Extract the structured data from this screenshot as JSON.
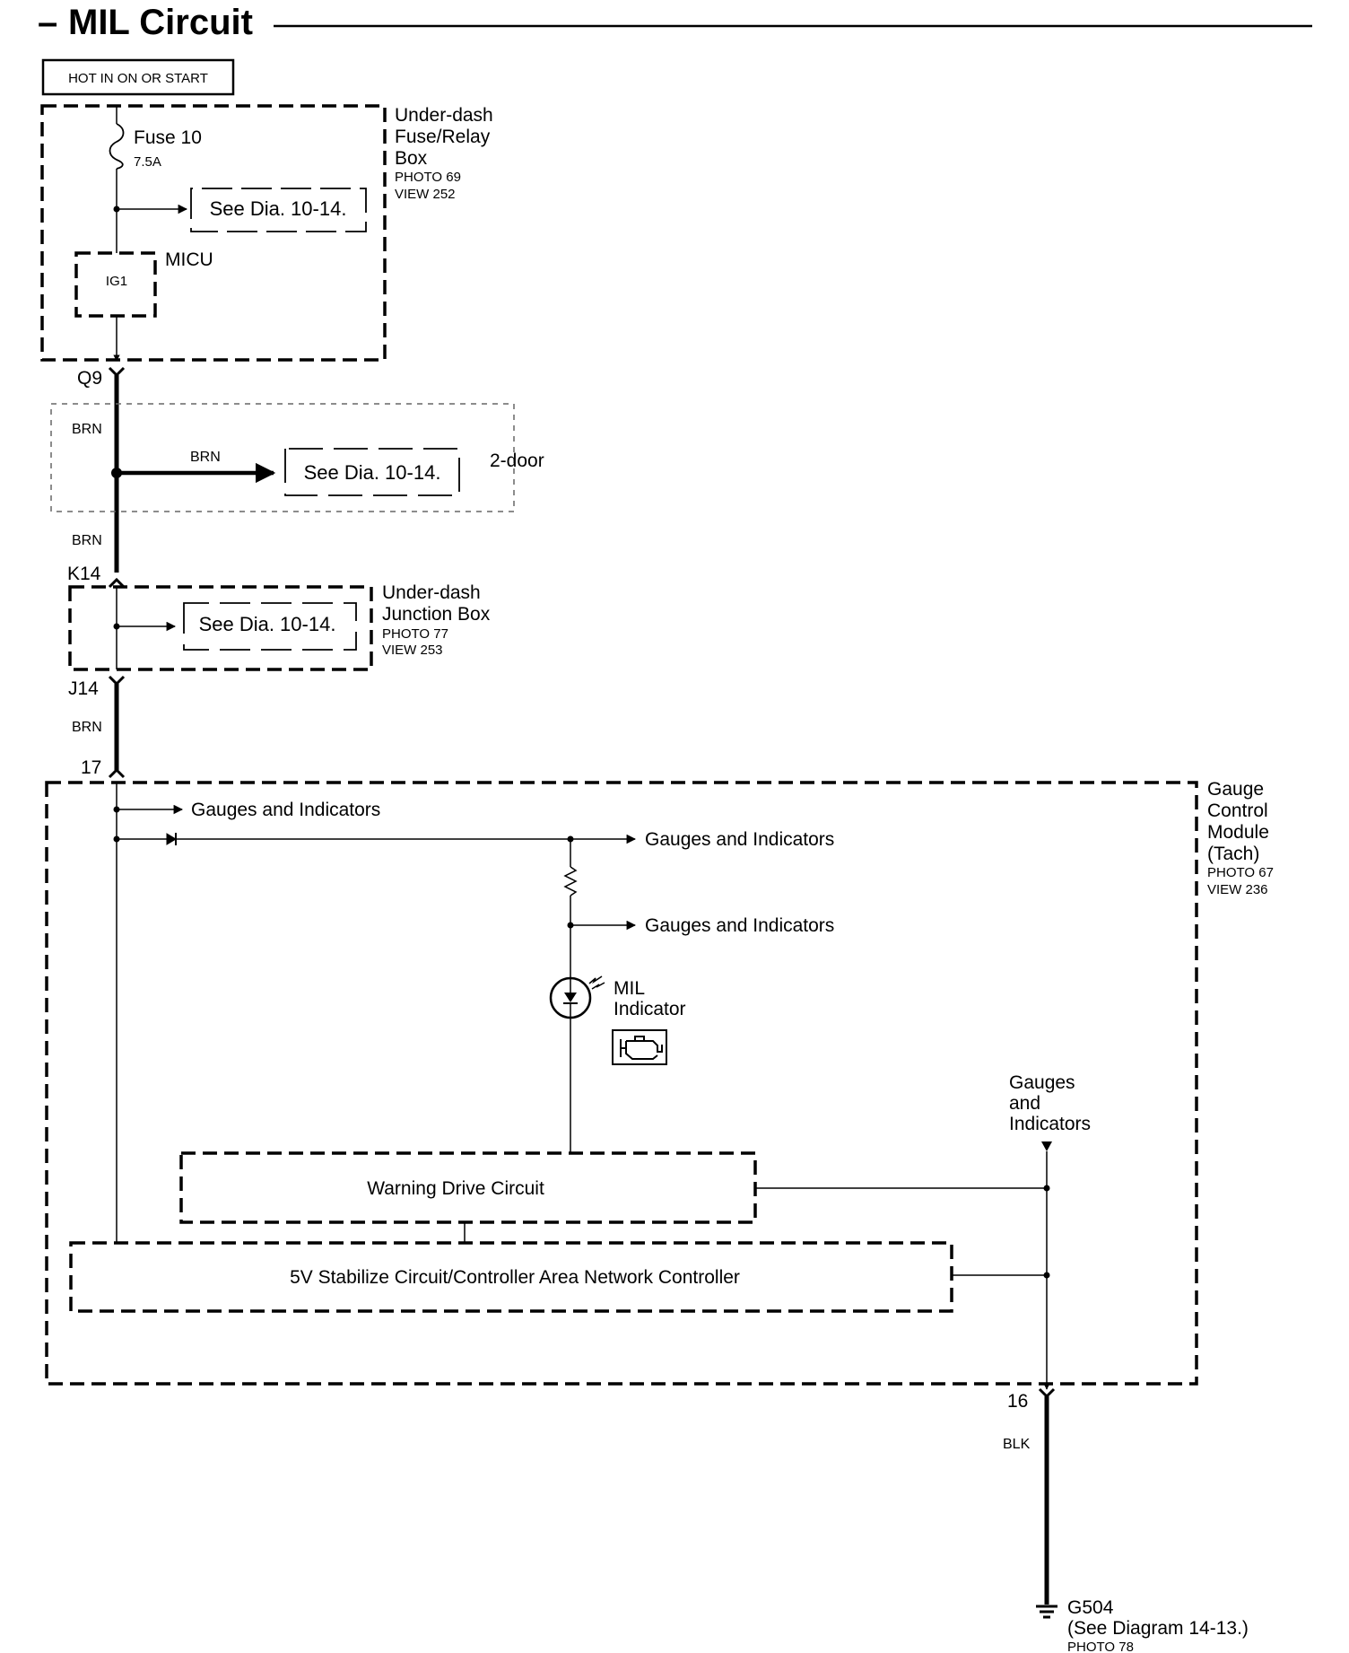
{
  "title": "MIL Circuit",
  "dash": "–",
  "hot_label": "HOT IN ON OR START",
  "fuse_box": {
    "name_lines": [
      "Under-dash",
      "Fuse/Relay",
      "Box"
    ],
    "photo": "PHOTO 69",
    "view": "VIEW 252",
    "fuse_label": "Fuse 10",
    "fuse_rating": "7.5A",
    "see_dia": "See Dia. 10-14.",
    "micu_label": "MICU",
    "ig1_label": "IG1"
  },
  "connectors": {
    "q9": "Q9",
    "k14": "K14",
    "j14": "J14",
    "pin17": "17",
    "pin16": "16"
  },
  "two_door": {
    "label": "2-door",
    "see_dia": "See Dia. 10-14."
  },
  "wires": {
    "brn": "BRN",
    "blk": "BLK"
  },
  "junction_box": {
    "name_lines": [
      "Under-dash",
      "Junction Box"
    ],
    "photo": "PHOTO 77",
    "view": "VIEW 253",
    "see_dia": "See Dia. 10-14."
  },
  "gauge_module": {
    "name_lines": [
      "Gauge",
      "Control",
      "Module",
      "(Tach)"
    ],
    "photo": "PHOTO 67",
    "view": "VIEW 236",
    "gauges_indicators": "Gauges and Indicators",
    "gauges_stack": [
      "Gauges",
      "and",
      "Indicators"
    ],
    "mil_lines": [
      "MIL",
      "Indicator"
    ],
    "warning_drive": "Warning Drive Circuit",
    "stabilize": "5V Stabilize Circuit/Controller Area Network Controller"
  },
  "ground": {
    "name": "G504",
    "see": "(See Diagram 14-13.)",
    "photo": "PHOTO 78"
  }
}
